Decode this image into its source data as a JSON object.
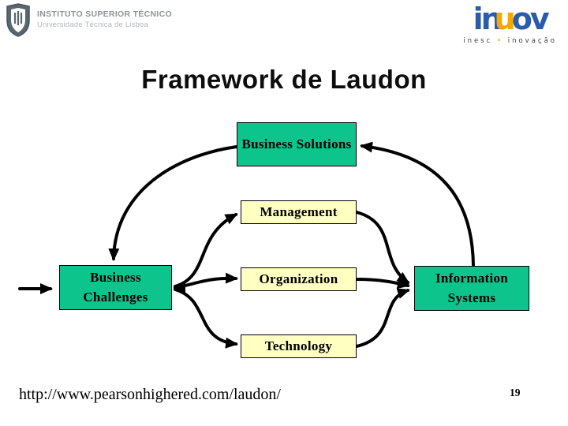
{
  "slide": {
    "title": "Framework de Laudon",
    "footer_url": "http://www.pearsonhighered.com/laudon/",
    "page_number": "19"
  },
  "header": {
    "ist": {
      "line1": "INSTITUTO SUPERIOR TÉCNICO",
      "line2": "Universidade Técnica de Lisboa"
    },
    "inov": {
      "part1": "in",
      "part2": "u",
      "part3": "ov",
      "sub_left": "inesc",
      "sub_dot": "•",
      "sub_right": "inovação",
      "blue": "#2a5caa",
      "orange": "#f6a800"
    }
  },
  "diagram": {
    "colors": {
      "green": "#0dc48d",
      "yellow": "#ffffc2",
      "line": "#000000"
    },
    "nodes": [
      {
        "id": "business-solutions",
        "label": "Business Solutions",
        "color": "green"
      },
      {
        "id": "management",
        "label": "Management",
        "color": "yellow"
      },
      {
        "id": "business-challenges",
        "label": "Business Challenges",
        "color": "green"
      },
      {
        "id": "organization",
        "label": "Organization",
        "color": "yellow"
      },
      {
        "id": "information-systems",
        "label": "Information Systems",
        "color": "green"
      },
      {
        "id": "technology",
        "label": "Technology",
        "color": "yellow"
      }
    ],
    "edges": [
      {
        "from": "external-left",
        "to": "business-challenges",
        "arrows": "end"
      },
      {
        "from": "business-solutions",
        "to": "business-challenges",
        "arrows": "end"
      },
      {
        "from": "business-challenges",
        "to": "management",
        "arrows": "both"
      },
      {
        "from": "business-challenges",
        "to": "organization",
        "arrows": "both"
      },
      {
        "from": "business-challenges",
        "to": "technology",
        "arrows": "both"
      },
      {
        "from": "management",
        "to": "information-systems",
        "arrows": "end"
      },
      {
        "from": "organization",
        "to": "information-systems",
        "arrows": "end"
      },
      {
        "from": "technology",
        "to": "information-systems",
        "arrows": "end"
      },
      {
        "from": "information-systems",
        "to": "business-solutions",
        "arrows": "end"
      }
    ]
  }
}
